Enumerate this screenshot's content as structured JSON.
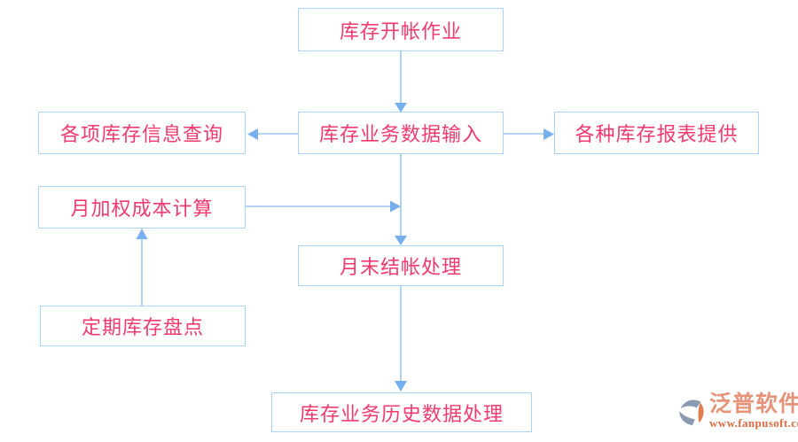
{
  "page": {
    "background": "#ffffff"
  },
  "diagram": {
    "type": "flowchart",
    "nodes": [
      {
        "id": "inventory-opening",
        "label": "库存开帐作业"
      },
      {
        "id": "business-data-input",
        "label": "库存业务数据输入"
      },
      {
        "id": "inventory-info-query",
        "label": "各项库存信息查询"
      },
      {
        "id": "inventory-reports",
        "label": "各种库存报表提供"
      },
      {
        "id": "monthly-weighted-cost",
        "label": "月加权成本计算"
      },
      {
        "id": "month-end-closing",
        "label": "月末结帐处理"
      },
      {
        "id": "periodic-stocktaking",
        "label": "定期库存盘点"
      },
      {
        "id": "history-data-processing",
        "label": "库存业务历史数据处理"
      }
    ],
    "edges": [
      {
        "from": "inventory-opening",
        "to": "business-data-input"
      },
      {
        "from": "business-data-input",
        "to": "inventory-info-query"
      },
      {
        "from": "business-data-input",
        "to": "inventory-reports"
      },
      {
        "from": "business-data-input",
        "to": "month-end-closing"
      },
      {
        "from": "monthly-weighted-cost",
        "to": "month-end-closing"
      },
      {
        "from": "periodic-stocktaking",
        "to": "monthly-weighted-cost"
      },
      {
        "from": "month-end-closing",
        "to": "history-data-processing"
      }
    ],
    "colors": {
      "node_border": "#abd3f5",
      "node_text": "#f23a6e",
      "connector_line": "#9cc8f2",
      "arrowhead": "#77aeec"
    }
  },
  "watermark": {
    "brand": "泛普软件",
    "url": "www.fanpusoft.com",
    "brand_color": "#e5947a",
    "url_color": "#dd6a40",
    "icon": "fanpu-hexagon-logo"
  }
}
